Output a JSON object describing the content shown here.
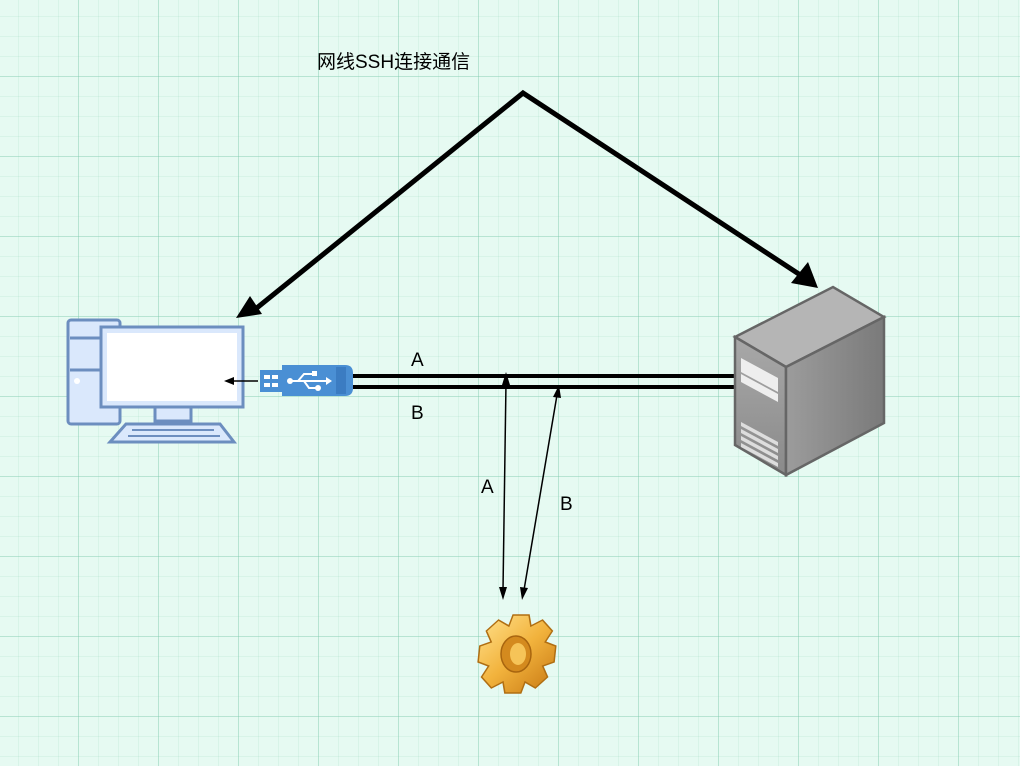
{
  "title": "网线SSH连接通信",
  "wire_labels": {
    "top_a": "A",
    "top_b": "B",
    "mid_a": "A",
    "mid_b": "B"
  },
  "nodes": {
    "computer": {
      "icon": "desktop-computer-icon"
    },
    "usb": {
      "icon": "usb-connector-icon",
      "color": "#4a8fd4"
    },
    "server": {
      "icon": "server-tower-icon"
    },
    "device": {
      "icon": "gear-icon",
      "color": "#f2b33d"
    }
  },
  "colors": {
    "background": "#e6faf2",
    "line": "#000000",
    "computer_outline": "#6c8ebf",
    "computer_fill": "#dae8fc"
  }
}
